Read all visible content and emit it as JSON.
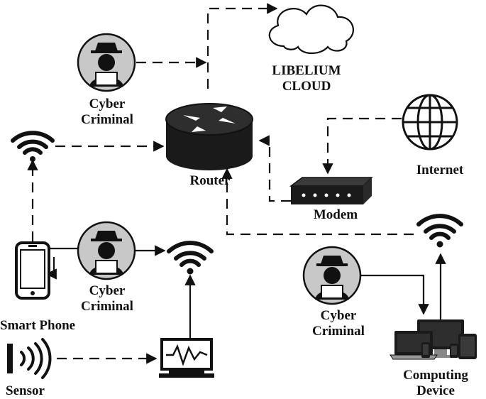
{
  "labels": {
    "cloud": [
      "LIBELIUM",
      "CLOUD"
    ],
    "router": "Router",
    "internet": "Internet",
    "modem": "Modem",
    "criminal_top": [
      "Cyber",
      "Criminal"
    ],
    "criminal_mid": [
      "Cyber",
      "Criminal"
    ],
    "criminal_right": [
      "Cyber",
      "Criminal"
    ],
    "smart_phone": "Smart Phone",
    "sensor": "Sensor",
    "computing_device": [
      "Computing",
      "Device"
    ]
  },
  "colors": {
    "ink": "#111111",
    "criminal_circle": "#c8c8c8",
    "background": "#ffffff"
  },
  "icons": [
    "cloud-icon",
    "router-icon",
    "globe-icon",
    "modem-icon",
    "wifi-icon",
    "hacker-icon",
    "smartphone-icon",
    "sensor-icon",
    "monitor-icon",
    "computing-devices-icon"
  ]
}
